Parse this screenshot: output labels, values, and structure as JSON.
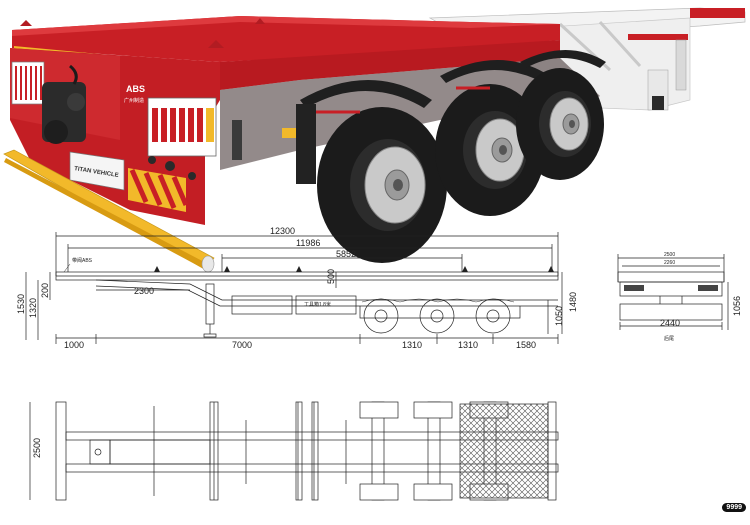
{
  "photo": {
    "brand_plate": "TITAN VEHICLE",
    "abs_label": "ABS",
    "abs_sub": "广州制造"
  },
  "side_view": {
    "overall_length": "12300",
    "frame_length": "11986",
    "axle_span": "5852",
    "kingpin_offset": "500",
    "gooseneck_height": "200",
    "gooseneck_length": "2300",
    "overall_height": "1530",
    "deck_height": "1320",
    "front_overhang": "1000",
    "kingpin_to_axle": "7000",
    "axle_spacing_1": "1310",
    "axle_spacing_2": "1310",
    "rear_overhang": "1580",
    "rear_height": "1480",
    "wheel_height": "1050",
    "abs_note": "带阀ABS",
    "toolbox_note": "工具箱1.8米"
  },
  "rear_view": {
    "width_outer": "2500",
    "width_inner": "2260",
    "track_width": "2440",
    "height": "1056",
    "caption": "后尾"
  },
  "top_view": {
    "width": "2500"
  },
  "badge": "9999"
}
